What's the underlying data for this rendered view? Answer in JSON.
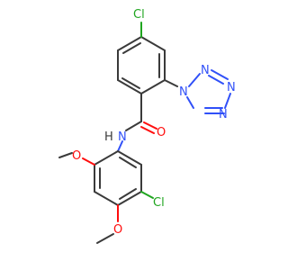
{
  "molecule": {
    "atoms": {
      "cl_top": "Cl",
      "n_amide": "N",
      "h_amide": "H",
      "o_carbonyl": "O",
      "n_tz1": "N",
      "n_tz2": "N",
      "n_tz3": "N",
      "n_tz4": "N",
      "o_methoxy_top": "O",
      "o_methoxy_bottom": "O",
      "cl_bottom": "Cl"
    }
  },
  "colors": {
    "carbon": "#3a3a3a",
    "nitrogen": "#3050f8",
    "oxygen": "#ff0d0d",
    "chlorine": "#1fa51f"
  }
}
